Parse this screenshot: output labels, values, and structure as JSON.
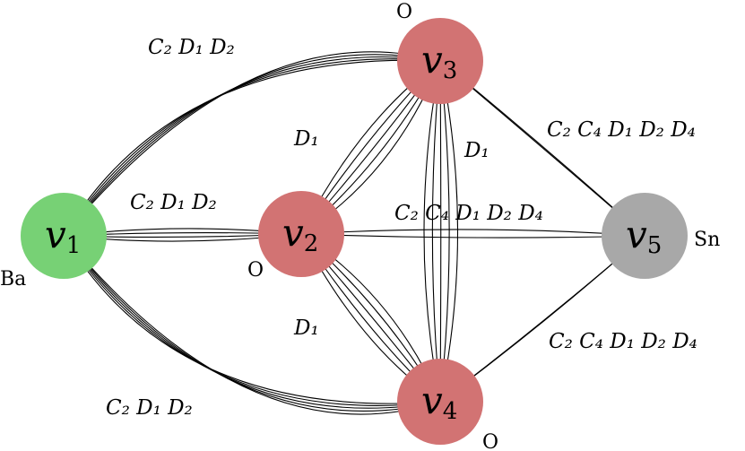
{
  "colors": {
    "ba": "#77d175",
    "o": "#d27373",
    "sn": "#a8a8a8"
  },
  "nodes": [
    {
      "id": "v1",
      "name": "v",
      "sub": "1",
      "atom": "Ba",
      "color": "#77d175"
    },
    {
      "id": "v2",
      "name": "v",
      "sub": "2",
      "atom": "O",
      "color": "#d27373"
    },
    {
      "id": "v3",
      "name": "v",
      "sub": "3",
      "atom": "O",
      "color": "#d27373"
    },
    {
      "id": "v4",
      "name": "v",
      "sub": "4",
      "atom": "O",
      "color": "#d27373"
    },
    {
      "id": "v5",
      "name": "v",
      "sub": "5",
      "atom": "Sn",
      "color": "#a8a8a8"
    }
  ],
  "edges": [
    {
      "from": "v1",
      "to": "v3",
      "multiplicity": 5,
      "label": "C₂ D₁ D₂"
    },
    {
      "from": "v1",
      "to": "v2",
      "multiplicity": 4,
      "label": "C₂ D₁ D₂"
    },
    {
      "from": "v1",
      "to": "v4",
      "multiplicity": 5,
      "label": "C₂ D₁ D₂"
    },
    {
      "from": "v2",
      "to": "v3",
      "multiplicity": 5,
      "label": "D₁"
    },
    {
      "from": "v2",
      "to": "v4",
      "multiplicity": 5,
      "label": "D₁"
    },
    {
      "from": "v3",
      "to": "v4",
      "multiplicity": 5,
      "label": "D₁"
    },
    {
      "from": "v2",
      "to": "v5",
      "multiplicity": 2,
      "label": "C₂ C₄ D₁ D₂ D₄"
    },
    {
      "from": "v3",
      "to": "v5",
      "multiplicity": 2,
      "label": "C₂ C₄ D₁ D₂ D₄"
    },
    {
      "from": "v4",
      "to": "v5",
      "multiplicity": 2,
      "label": "C₂ C₄ D₁ D₂ D₄"
    }
  ]
}
